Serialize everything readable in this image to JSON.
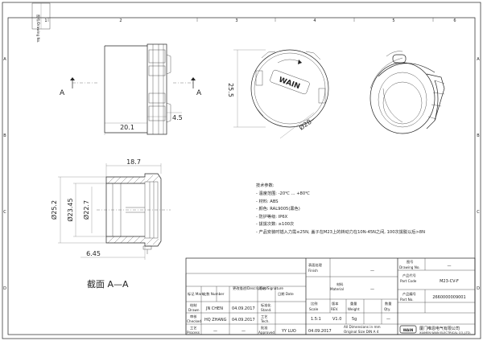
{
  "border": {
    "top_zones": [
      "1",
      "2",
      "3",
      "4",
      "5",
      "6"
    ],
    "side_zones": [
      "A",
      "B",
      "C",
      "D"
    ],
    "corner_label": "图号/Drawing No."
  },
  "views": {
    "section_arrow_letter": "A",
    "section_label": "截面 A—A",
    "dims": {
      "front_width": "20.1",
      "front_flange": "4.5",
      "round_height": "25.5",
      "round_dia": "Ø28",
      "sec_length": "18.7",
      "sec_outer": "Ø25.2",
      "sec_mid": "Ø23.45",
      "sec_inner": "Ø22.7",
      "sec_flange": "6.45"
    },
    "cap_text": "WAIN"
  },
  "notes": {
    "title": "技术参数:",
    "lines": [
      "- 温度范围: -20℃ ... +80℃",
      "- 材料: ABS",
      "- 颜色: RAL9005(黑色)",
      "- 防护等级: IP6X",
      "- 拔拔次数: ≥100次",
      "- 产品安装时插入力需≤25N, 盖子在M23上的转动力在10N-45N之间, 100次拔脱以后>8N"
    ]
  },
  "title_block": {
    "rev_headers": [
      "标记\nMark",
      "处数\nNumber",
      "更改描述/Description",
      "签名/Signature",
      "日期\nDate"
    ],
    "roles": [
      {
        "cn": "绘制",
        "en": "Drawn",
        "name": "JN CHEN",
        "date": "04.09.2017",
        "stamp_cn": "标准化",
        "stamp_en": "Stand."
      },
      {
        "cn": "审核",
        "en": "Checked",
        "name": "HQ ZHANG",
        "date": "04.09.2017",
        "stamp_cn": "工艺",
        "stamp_en": "Tech."
      },
      {
        "cn": "工艺",
        "en": "Process",
        "name": "—",
        "date": "—",
        "stamp_cn": "批准",
        "stamp_en": "Approved",
        "approver": "YY LUO",
        "approve_date": "04.09.2017"
      }
    ],
    "finish_cn": "表面处理",
    "finish_en": "Finish",
    "material_cn": "材料",
    "material_en": "Material",
    "scale_cn": "比例",
    "scale_en": "Scale",
    "scale": "1.5:1",
    "rev_cn": "版本",
    "rev_en": "REV.",
    "rev": "V1.0",
    "weight_cn": "重量",
    "weight_en": "Weight",
    "weight": "5g",
    "qty_cn": "数量",
    "qty_en": "Qty.",
    "qty": "—",
    "units_note": "All Dimensions in mm",
    "size_note": "Original Size DIN A 4",
    "drawing_no_cn": "图号",
    "drawing_no_en": "Drawing No.",
    "drawing_no": "—",
    "part_code_cn": "产品代号",
    "part_code_en": "Part Code",
    "part_code": "M23-CV-F",
    "part_no_cn": "产品编号",
    "part_no_en": "Part No.",
    "part_no": "2660000009001",
    "company_cn": "厦门唯恩电气有限公司",
    "company_en": "XIAMEN WAIN ELECTRICAL CO.,LTD.",
    "logo_text": "WAIN"
  },
  "colors": {
    "line": "#222222",
    "paper": "#ffffff"
  }
}
